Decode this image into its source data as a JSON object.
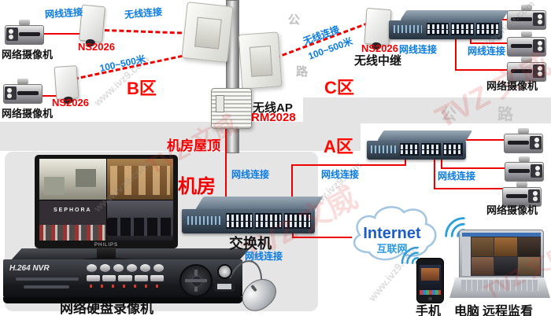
{
  "colors": {
    "cable_red": "#ee0000",
    "label_blue": "#0a7be0",
    "zone_red": "#ff0a00",
    "road_gray": "#e4e4e4"
  },
  "watermarks": {
    "brand": "TVZ 文威",
    "site": "www.ivz9.com"
  },
  "road": {
    "char_top": "公",
    "char_bottom": "路"
  },
  "zones": {
    "a": "A区",
    "b": "B区",
    "c": "C区"
  },
  "conn": {
    "wired": "网线连接",
    "wireless": "无线连接",
    "range": "100~500米"
  },
  "devices": {
    "ip_camera": "网络摄像机",
    "bridge_model": "NS2026",
    "relay": "无线中继",
    "ap": "无线AP",
    "ap_model": "RM2028",
    "switch": "交换机",
    "nvr": "网络硬盘录像机",
    "nvr_badge": "H.264 NVR",
    "monitor_brand": "PHILIPS",
    "store_sign": "SEPHORA"
  },
  "room": {
    "name": "机房",
    "roof": "机房屋顶"
  },
  "internet": {
    "en": "Internet",
    "cn": "互联网"
  },
  "clients": {
    "phone": "手机",
    "pc": "电脑",
    "remote": "远程监看"
  }
}
